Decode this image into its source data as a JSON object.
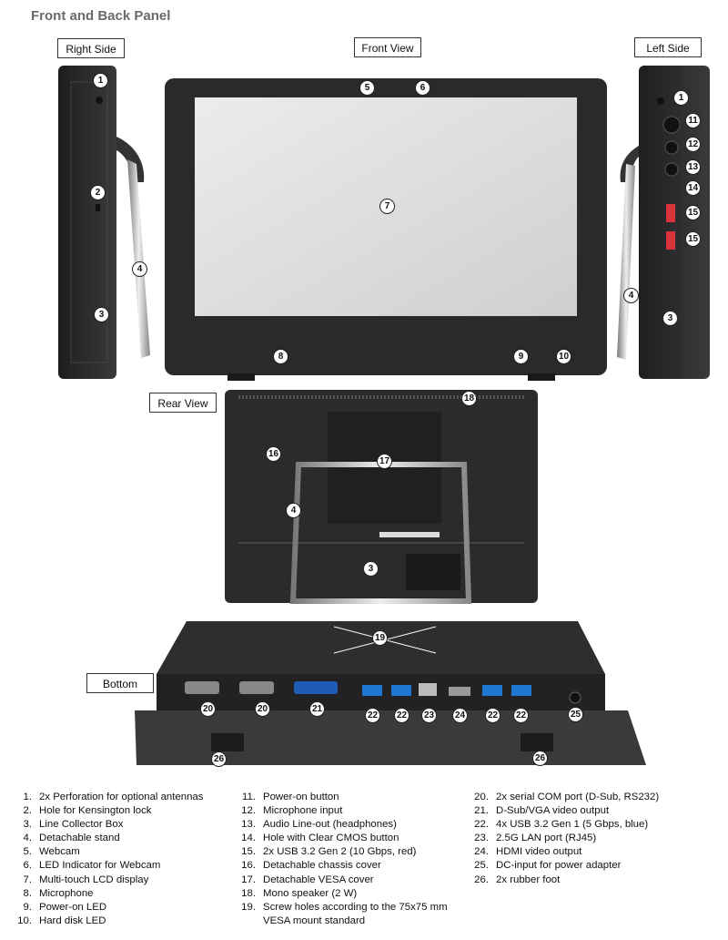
{
  "title": "Front and Back Panel",
  "views": {
    "right_side": "Right Side",
    "front": "Front View",
    "left_side": "Left Side",
    "rear": "Rear View",
    "bottom": "Bottom"
  },
  "callouts": {
    "right": [
      "1",
      "2",
      "3",
      "4"
    ],
    "front": [
      "5",
      "6",
      "7",
      "8",
      "9",
      "10"
    ],
    "left": [
      "1",
      "11",
      "12",
      "13",
      "14",
      "15",
      "15",
      "4",
      "3"
    ],
    "rear": [
      "18",
      "16",
      "17",
      "4",
      "3"
    ],
    "bottom": [
      "19",
      "20",
      "20",
      "21",
      "22",
      "22",
      "23",
      "24",
      "22",
      "22",
      "25",
      "26",
      "26"
    ]
  },
  "legend": [
    {
      "num": "1.",
      "text": "2x Perforation for optional antennas"
    },
    {
      "num": "2.",
      "text": "Hole for Kensington lock"
    },
    {
      "num": "3.",
      "text": "Line Collector Box"
    },
    {
      "num": "4.",
      "text": "Detachable stand"
    },
    {
      "num": "5.",
      "text": "Webcam"
    },
    {
      "num": "6.",
      "text": "LED Indicator for Webcam"
    },
    {
      "num": "7.",
      "text": "Multi-touch LCD display"
    },
    {
      "num": "8.",
      "text": "Microphone"
    },
    {
      "num": "9.",
      "text": "Power-on LED"
    },
    {
      "num": "10.",
      "text": "Hard disk LED"
    },
    {
      "num": "11.",
      "text": "Power-on button"
    },
    {
      "num": "12.",
      "text": "Microphone input"
    },
    {
      "num": "13.",
      "text": "Audio Line-out (headphones)"
    },
    {
      "num": "14.",
      "text": "Hole with Clear CMOS button"
    },
    {
      "num": "15.",
      "text": "2x USB 3.2 Gen 2 (10 Gbps, red)"
    },
    {
      "num": "16.",
      "text": "Detachable chassis cover"
    },
    {
      "num": "17.",
      "text": "Detachable VESA cover"
    },
    {
      "num": "18.",
      "text": "Mono speaker (2 W)"
    },
    {
      "num": "19.",
      "text": "Screw holes according to the 75x75 mm"
    },
    {
      "num": "",
      "text": "VESA mount standard"
    },
    {
      "num": "20.",
      "text": "2x serial COM port (D-Sub, RS232)"
    },
    {
      "num": "21.",
      "text": "D-Sub/VGA video output"
    },
    {
      "num": "22.",
      "text": "4x USB 3.2 Gen 1 (5 Gbps, blue)"
    },
    {
      "num": "23.",
      "text": "2.5G LAN port (RJ45)"
    },
    {
      "num": "24.",
      "text": "HDMI video output"
    },
    {
      "num": "25.",
      "text": "DC-input for power adapter"
    },
    {
      "num": "26.",
      "text": "2x rubber foot"
    }
  ],
  "colors": {
    "usb_blue": "#1f78d1",
    "usb_red": "#d8323a",
    "device_dark": "#2b2b2d",
    "screen": "#dcdcdc"
  }
}
